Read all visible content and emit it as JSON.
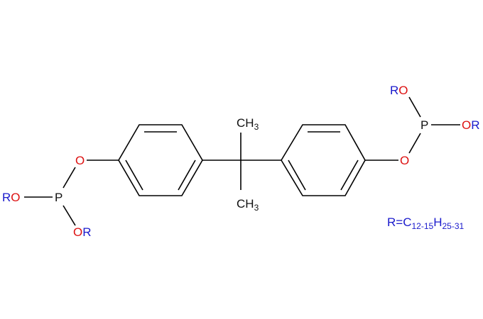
{
  "diagram": {
    "type": "chemical-structure",
    "description": "Bisphenol A bis(dialkyl phosphite)",
    "colors": {
      "bond": "#000000",
      "oxygen": "#dd1111",
      "r_group": "#1a1acc",
      "carbon_label": "#111111"
    },
    "left_phosphite": {
      "ether_o": "O",
      "p": "P",
      "ro_r": "R",
      "ro_o": "O",
      "or_o": "O",
      "or_r": "R"
    },
    "right_phosphite": {
      "ether_o": "O",
      "p": "P",
      "ro_r": "R",
      "ro_o": "O",
      "or_o": "O",
      "or_r": "R"
    },
    "methyl_top": {
      "c": "CH",
      "sub": "3"
    },
    "methyl_bottom": {
      "c": "CH",
      "sub": "3"
    },
    "legend": {
      "prefix": "R=C",
      "c_sub": "12-15",
      "h": "H",
      "h_sub": "25-31"
    }
  }
}
